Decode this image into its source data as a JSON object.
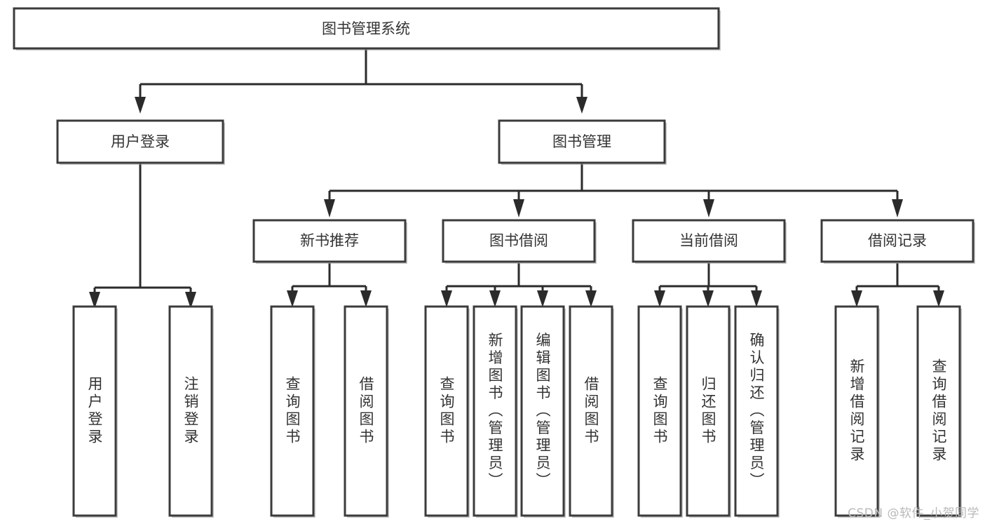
{
  "diagram": {
    "type": "tree",
    "title": "图书管理系统",
    "watermark": "CSDN @软件_小贺同学",
    "colors": {
      "box_stroke": "#3b3b3b",
      "box_fill": "#ffffff",
      "connector": "#2b2b2b",
      "label_text": "#333333",
      "watermark_text": "#b9b9b9"
    },
    "nodes": {
      "root": {
        "label": "图书管理系统",
        "level": 0
      },
      "l1": [
        {
          "label": "用户登录",
          "level": 1
        },
        {
          "label": "图书管理",
          "level": 1
        }
      ],
      "l2": [
        {
          "label": "新书推荐",
          "level": 2
        },
        {
          "label": "图书借阅",
          "level": 2
        },
        {
          "label": "当前借阅",
          "level": 2
        },
        {
          "label": "借阅记录",
          "level": 2
        }
      ],
      "leaves": {
        "user_login": [
          {
            "label": "用户登录"
          },
          {
            "label": "注销登录"
          }
        ],
        "new_book": [
          {
            "label": "查询图书"
          },
          {
            "label": "借阅图书"
          }
        ],
        "book_borrow": [
          {
            "label": "查询图书"
          },
          {
            "label": "新增图书（管理员）"
          },
          {
            "label": "编辑图书（管理员）"
          },
          {
            "label": "借阅图书"
          }
        ],
        "current_borrow": [
          {
            "label": "查询图书"
          },
          {
            "label": "归还图书"
          },
          {
            "label": "确认归还（管理员）"
          }
        ],
        "borrow_record": [
          {
            "label": "新增借阅记录"
          },
          {
            "label": "查询借阅记录"
          }
        ]
      }
    }
  }
}
